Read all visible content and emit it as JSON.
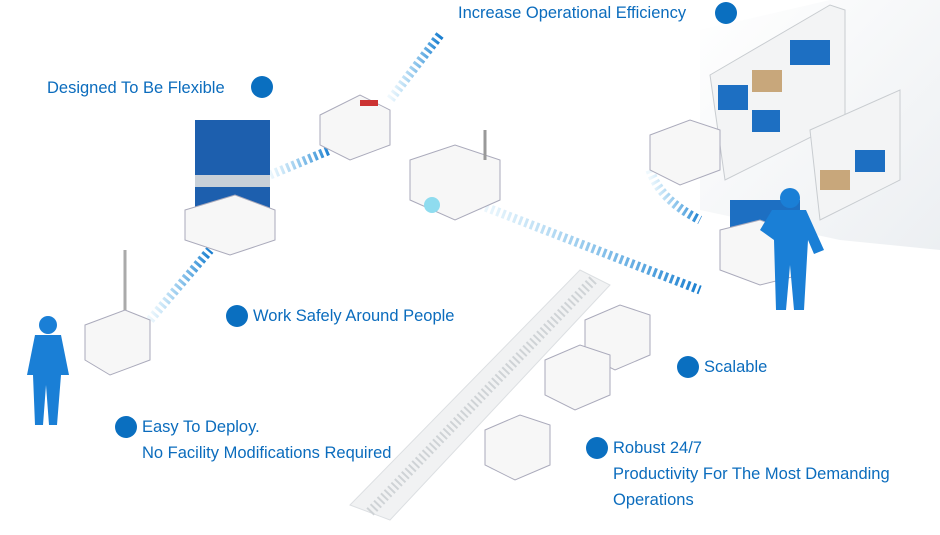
{
  "colors": {
    "accent": "#0a6fc0",
    "text": "#0b6cbd"
  },
  "labels": {
    "efficiency": "Increase Operational Efficiency",
    "flexible": "Designed To Be Flexible",
    "safely": "Work Safely Around People",
    "scalable": "Scalable",
    "deploy_line1": "Easy To Deploy.",
    "deploy_line2": "No Facility Modifications Required",
    "robust_line1": "Robust 24/7",
    "robust_line2": "Productivity For The Most Demanding",
    "robust_line3": "Operations"
  }
}
